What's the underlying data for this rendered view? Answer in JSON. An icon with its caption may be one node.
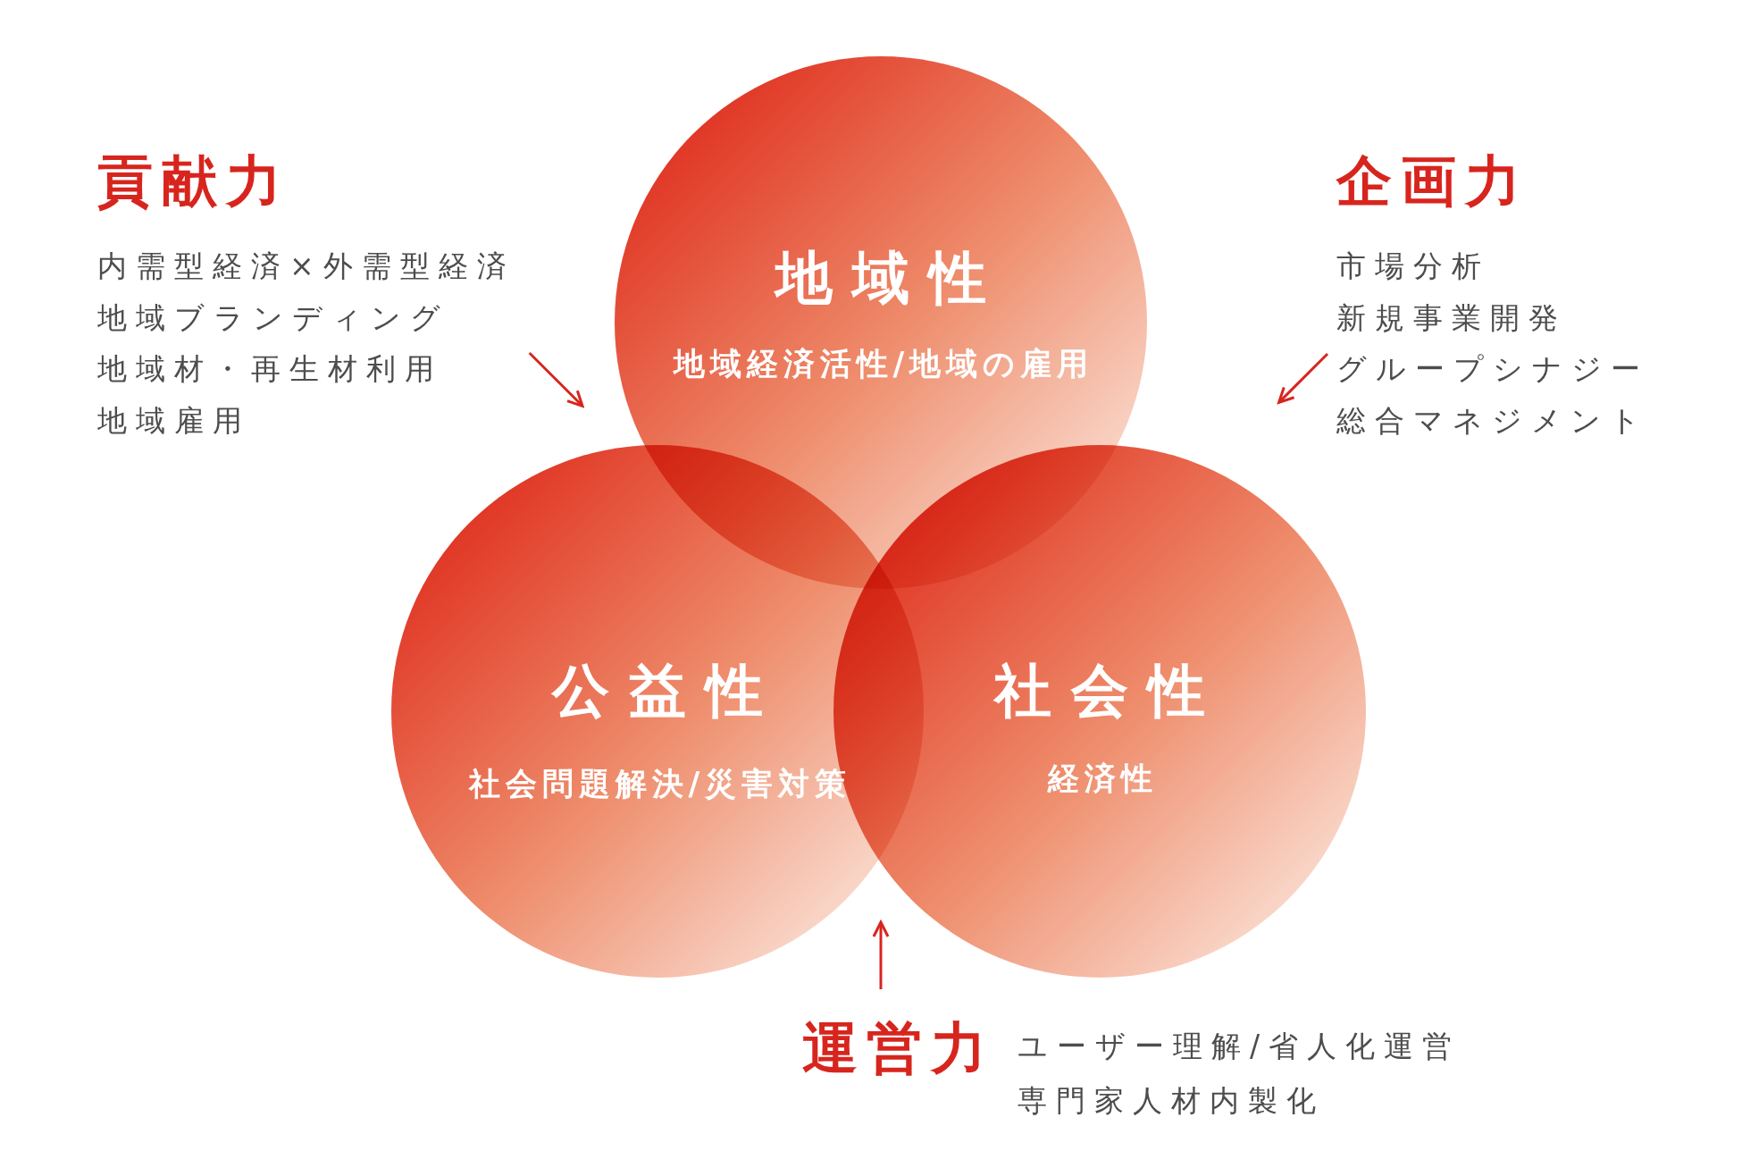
{
  "diagram": {
    "nodes": [
      {
        "text": [
          "地域性",
          "地域経済活性/地域の雇用"
        ]
      },
      {
        "text": [
          "貢献力",
          "内需型経済×外需型経済",
          "地域ブランディング",
          "地域材・再生材利用",
          "地域雇用"
        ]
      },
      {
        "text": [
          "企画力",
          "市場分析",
          "新規事業開発",
          "グループシナジー",
          "総合マネジメント"
        ]
      },
      {
        "text": [
          "公益性",
          "社会問題解決/災害対策"
        ]
      },
      {
        "text": [
          "社会性",
          "経済性"
        ]
      },
      {
        "text": [
          "運営力",
          "ユーザー理解/省人化運営",
          "専門家人材内製化"
        ]
      }
    ],
    "edges": [
      {
        "from": 1,
        "to": 0,
        "arrow": "to"
      },
      {
        "from": 2,
        "to": null,
        "arrow": "to"
      },
      {
        "from": 5,
        "to": 3,
        "arrow": "to"
      }
    ]
  }
}
